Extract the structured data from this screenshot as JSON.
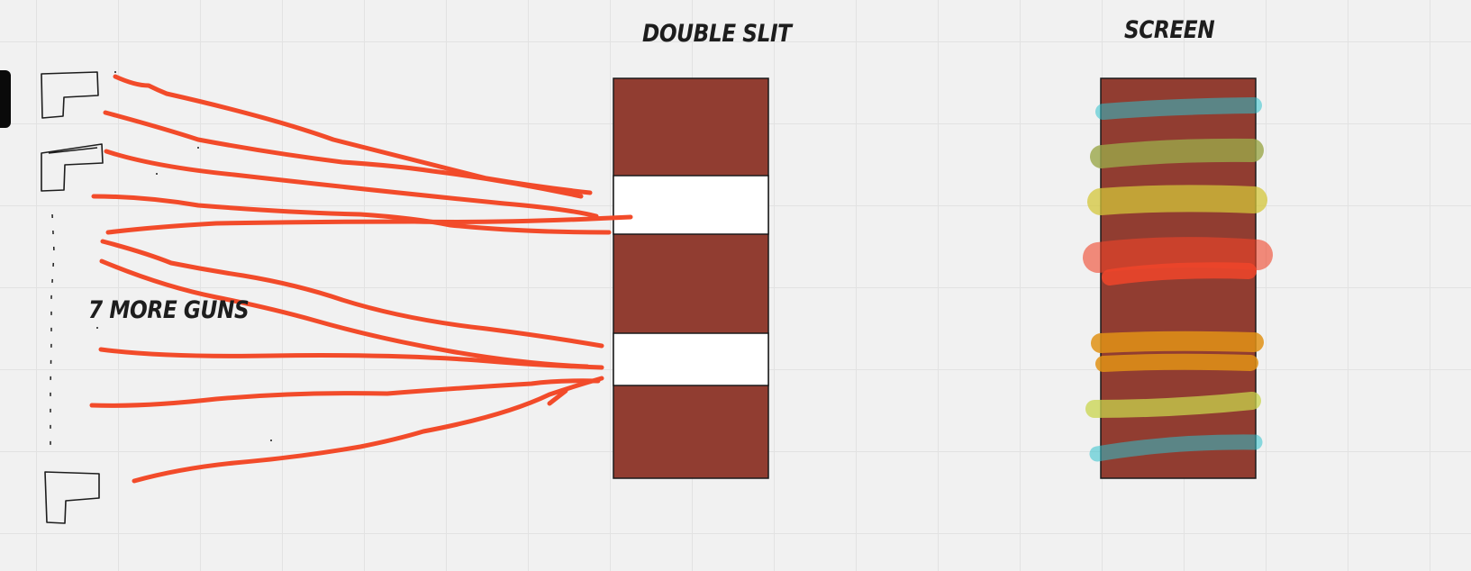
{
  "labels": {
    "double_slit": "DOUBLE SLIT",
    "screen": "SCREEN",
    "more_guns": "7 MORE GUNS"
  },
  "colors": {
    "background": "#f1f1f1",
    "grid": "#e2e2e2",
    "barrier": "#913d31",
    "slit": "#ffffff",
    "trajectory": "#f24b2a",
    "band_cyan": "#2fc1cc",
    "band_green": "#9ba84a",
    "band_yellow": "#c7ad3d",
    "band_red": "#f0452a",
    "band_orange": "#e09216",
    "band_lime": "#c8d44c",
    "ink": "#1d1d1d"
  },
  "icons": [
    "gun-icon",
    "gun-icon",
    "gun-icon"
  ]
}
